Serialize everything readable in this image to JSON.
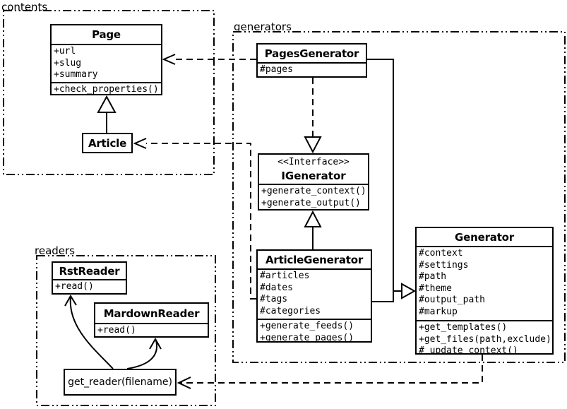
{
  "diagram": {
    "packages": {
      "contents": "contents",
      "generators": "generators",
      "readers": "readers"
    },
    "classes": {
      "page": {
        "title": "Page",
        "attributes": [
          "+url",
          "+slug",
          "+summary"
        ],
        "methods": [
          "+check_properties()"
        ]
      },
      "article": {
        "title": "Article"
      },
      "pages_generator": {
        "title": "PagesGenerator",
        "attributes": [
          "#pages"
        ]
      },
      "igenerator": {
        "stereotype": "<<Interface>>",
        "title": "IGenerator",
        "methods": [
          "+generate_context()",
          "+generate_output()"
        ]
      },
      "article_generator": {
        "title": "ArticleGenerator",
        "attributes": [
          "#articles",
          "#dates",
          "#tags",
          "#categories"
        ],
        "methods": [
          "+generate_feeds()",
          "+generate_pages()"
        ]
      },
      "generator": {
        "title": "Generator",
        "attributes": [
          "#context",
          "#settings",
          "#path",
          "#theme",
          "#output_path",
          "#markup"
        ],
        "methods": [
          "+get_templates()",
          "+get_files(path,exclude)",
          "#_update_context()"
        ]
      },
      "rst_reader": {
        "title": "RstReader",
        "methods": [
          "+read()"
        ]
      },
      "markdown_reader": {
        "title": "MardownReader",
        "methods": [
          "+read()"
        ]
      },
      "get_reader": {
        "label": "get_reader(filename)"
      }
    },
    "colors": {
      "line": "#000000",
      "background": "#ffffff"
    }
  }
}
